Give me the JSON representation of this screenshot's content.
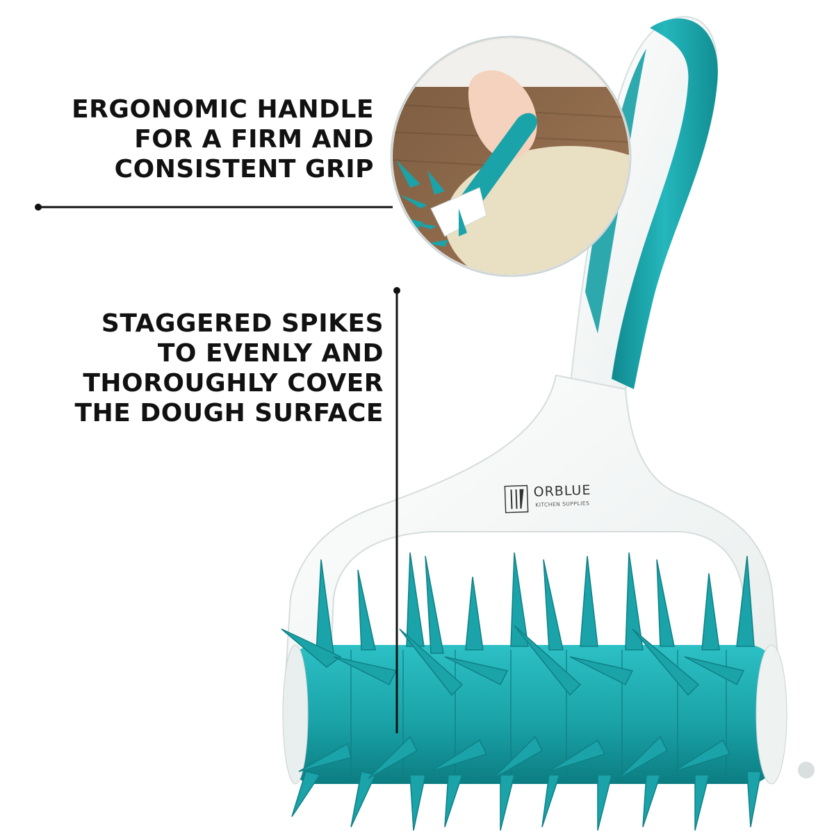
{
  "callouts": {
    "grip": {
      "line1": "ERGONOMIC HANDLE",
      "line2": "FOR A FIRM AND",
      "line3": "CONSISTENT GRIP"
    },
    "spikes": {
      "line1": "STAGGERED SPIKES",
      "line2": "TO EVENLY AND",
      "line3": "THOROUGHLY COVER",
      "line4": "THE DOUGH SURFACE"
    }
  },
  "brand": {
    "name": "ORBLUE",
    "tagline": "KITCHEN SUPPLIES"
  },
  "colors": {
    "teal": "#1aa3a8",
    "teal_dark": "#117f84",
    "body": "#ffffff",
    "background": "#ffffff",
    "text": "#111111"
  }
}
